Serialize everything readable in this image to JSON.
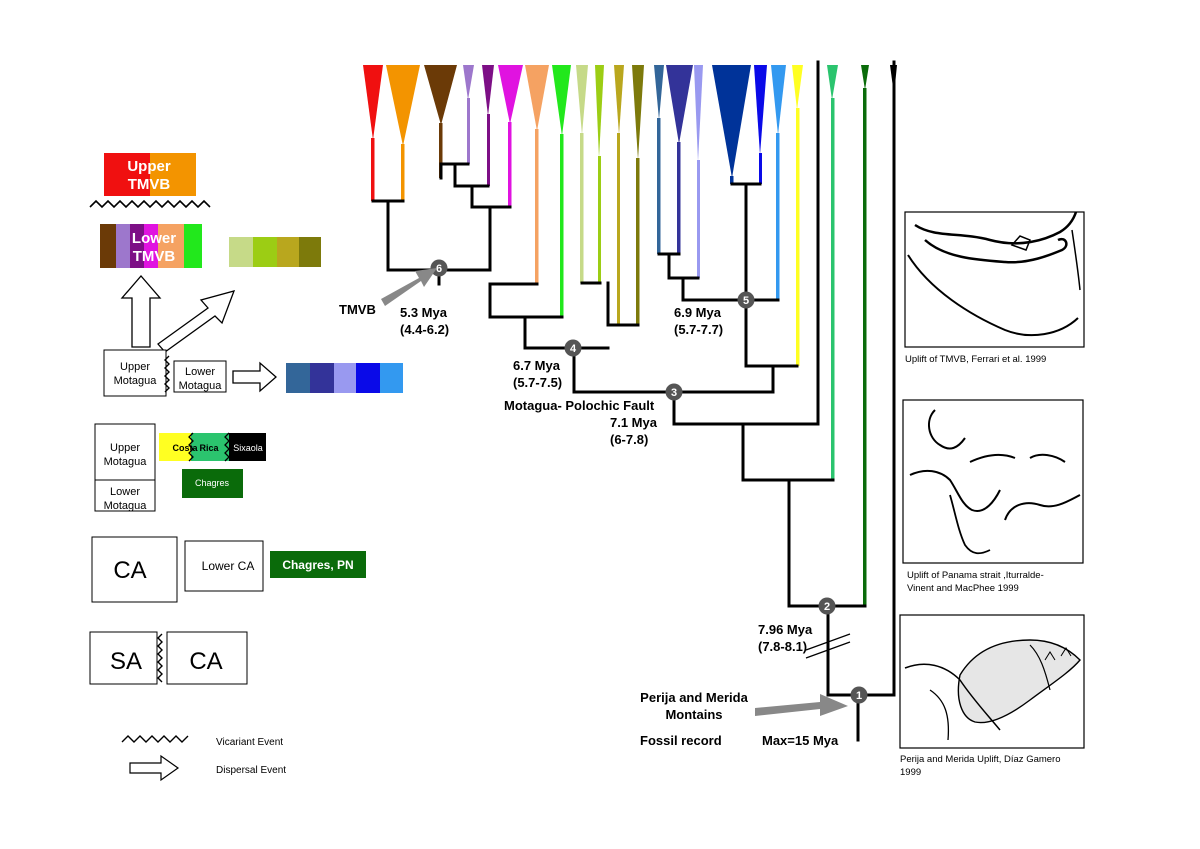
{
  "left_panel": {
    "upper_tmvb": [
      "Upper",
      "TMVB"
    ],
    "lower_tmvb": [
      "Lower",
      "TMVB"
    ],
    "upper_motagua": [
      "Upper",
      "Motagua"
    ],
    "lower_motagua": [
      "Lower",
      "Motagua"
    ],
    "costa_rica": [
      "Costa",
      "Rica"
    ],
    "sixaola": "Sixaola",
    "chagres": "Chagres",
    "ca": "CA",
    "lower_ca": "Lower CA",
    "chagres_pn": "Chagres, PN",
    "sa": "SA",
    "legend_vicariant": "Vicariant Event",
    "legend_dispersal": "Dispersal Event"
  },
  "colors": {
    "red": "#f01010",
    "orange": "#f39400",
    "brown": "#6b3a07",
    "lavender": "#9d77cc",
    "purple": "#7d0f86",
    "magenta": "#e013e0",
    "peach": "#f5a262",
    "green": "#22e81c",
    "olive_light": "#c6da88",
    "olive_mid": "#9ccd14",
    "olive_gold": "#b9a71e",
    "olive_dark": "#7d7a0b",
    "steel_blue": "#336699",
    "indigo": "#333399",
    "periwinkle": "#9999f0",
    "blue": "#0a0ae8",
    "navy": "#003399",
    "sky": "#3399f0",
    "yellow": "#ffff22",
    "mint": "#2bc46e",
    "dark_green": "#0a6b0a",
    "node_grey": "#555555",
    "arrow_grey": "#888888"
  },
  "nodes": [
    "1",
    "2",
    "3",
    "4",
    "5",
    "6"
  ],
  "annotations": {
    "tmvb": "TMVB",
    "n6_age": "5.3 Mya",
    "n6_range": "(4.4-6.2)",
    "n5_age": "6.9 Mya",
    "n5_range": "(5.7-7.7)",
    "n4_age": "6.7 Mya",
    "n4_range": "(5.7-7.5)",
    "motagua_fault": "Motagua- Polochic Fault",
    "n3_age": "7.1 Mya",
    "n3_range": "(6-7.8)",
    "n2_age": "7.96 Mya",
    "n2_range": "(7.8-8.1)",
    "perija_line1": "Perija and Merida",
    "perija_line2": "Montains",
    "fossil_record": "Fossil record",
    "max_age": "Max=15 Mya"
  },
  "maps": {
    "tmvb_caption": "Uplift of TMVB, Ferrari et al. 1999",
    "panama_caption_line1": "Uplift of Panama strait ,Iturralde-",
    "panama_caption_line2": "Vinent and MacPhee 1999",
    "perija_caption_line1": "Perija and Merida Uplift, Díaz Gamero",
    "perija_caption_line2": "1999"
  }
}
